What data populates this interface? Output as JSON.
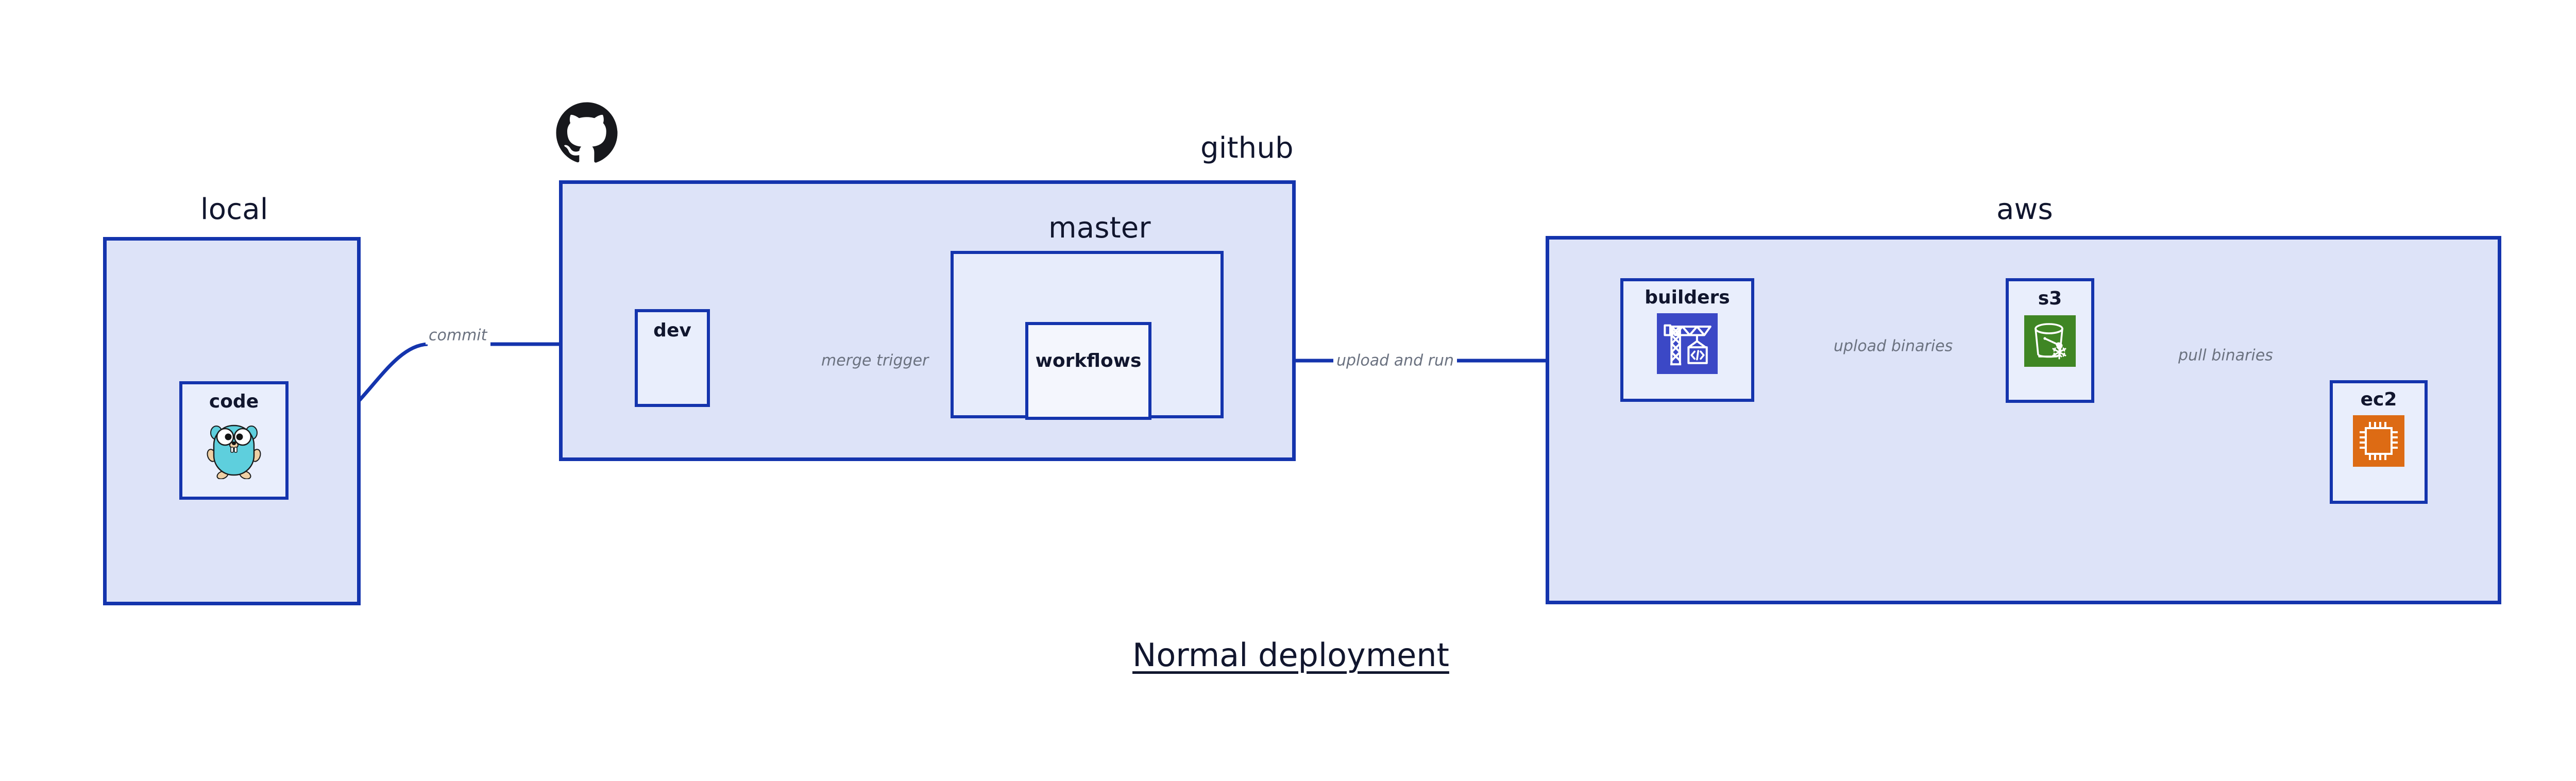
{
  "diagram": {
    "title": "Normal deployment",
    "accent_border": "#1434ad",
    "group_fill": "#dde3f8",
    "inner_group_fill": "#e7ecfb",
    "node_fill": "#e9eefc",
    "label_color": "#6b7280",
    "text_color": "#11162e"
  },
  "groups": {
    "local": {
      "label": "local"
    },
    "github": {
      "label": "github"
    },
    "master": {
      "label": "master"
    },
    "aws": {
      "label": "aws"
    }
  },
  "nodes": {
    "code": {
      "label": "code",
      "icon": "go-gopher-icon"
    },
    "dev": {
      "label": "dev",
      "icon": "none"
    },
    "workflows": {
      "label": "workflows",
      "icon": "none"
    },
    "builders": {
      "label": "builders",
      "icon": "aws-codebuild-crane-icon",
      "icon_color": "#3b48c6"
    },
    "s3": {
      "label": "s3",
      "icon": "aws-s3-bucket-icon",
      "icon_color": "#3f8624"
    },
    "ec2": {
      "label": "ec2",
      "icon": "aws-ec2-chip-icon",
      "icon_color": "#dd6b14"
    }
  },
  "edges": [
    {
      "id": "commit",
      "label": "commit",
      "from": "code",
      "to": "dev"
    },
    {
      "id": "merge-trigger",
      "label": "merge trigger",
      "from": "dev",
      "to": "workflows"
    },
    {
      "id": "upload-and-run",
      "label": "upload and run",
      "from": "workflows",
      "to": "builders"
    },
    {
      "id": "upload-binaries",
      "label": "upload binaries",
      "from": "builders",
      "to": "s3"
    },
    {
      "id": "pull-binaries",
      "label": "pull binaries",
      "from": "s3",
      "to": "ec2"
    }
  ],
  "logos": {
    "github": "github-octocat-logo"
  }
}
